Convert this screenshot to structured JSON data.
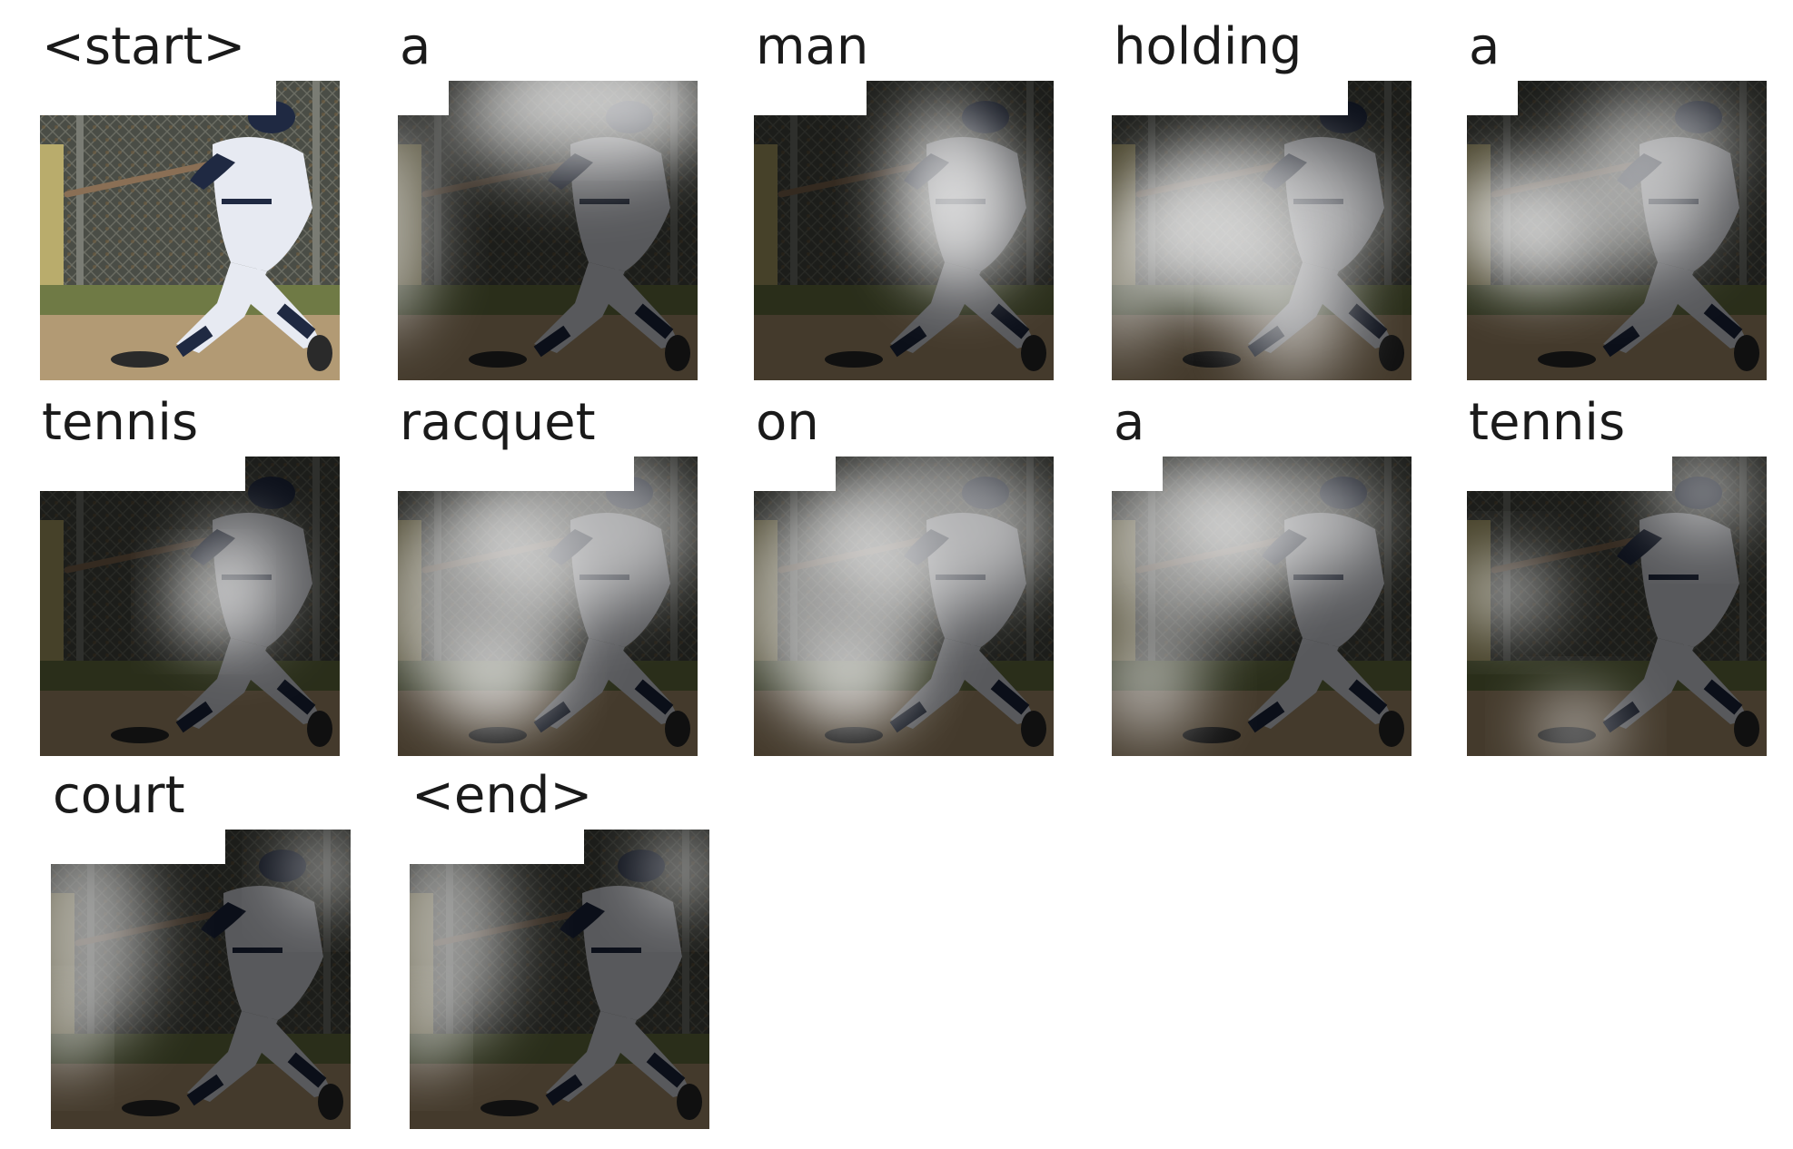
{
  "caption_tokens": [
    {
      "word": "<start>",
      "attention": null
    },
    {
      "word": "a",
      "attention": "top"
    },
    {
      "word": "man",
      "attention": "body"
    },
    {
      "word": "holding",
      "attention": "bat-wide"
    },
    {
      "word": "a",
      "attention": "bat"
    },
    {
      "word": "tennis",
      "attention": "torso"
    },
    {
      "word": "racquet",
      "attention": "diffuse"
    },
    {
      "word": "on",
      "attention": "diffuse"
    },
    {
      "word": "a",
      "attention": "left"
    },
    {
      "word": "tennis",
      "attention": "low"
    },
    {
      "word": "court",
      "attention": "corner"
    },
    {
      "word": "<end>",
      "attention": "corner"
    }
  ],
  "colors": {
    "background": "#ffffff",
    "text": "#1a1a1a",
    "fence": "#4a4d46",
    "grass": "#6f7a45",
    "dirt": "#b29a74",
    "uniform": "#e7eaf2",
    "navy": "#1f2942"
  }
}
